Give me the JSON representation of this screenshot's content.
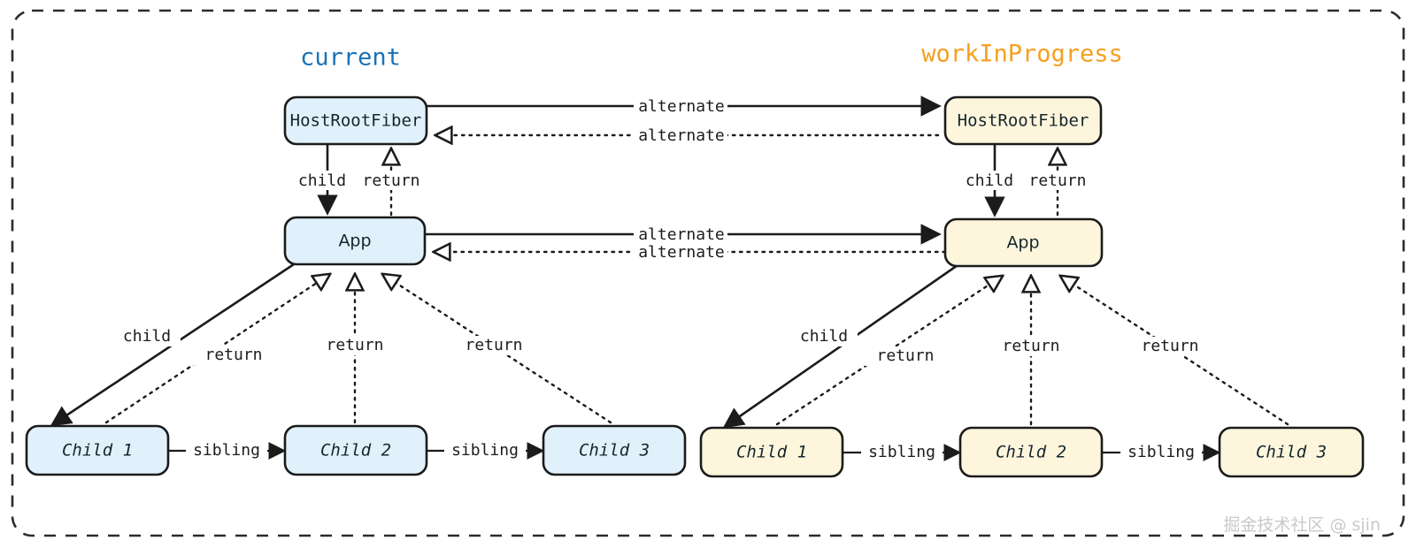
{
  "frame": {
    "present": true,
    "style": "dashed-rounded"
  },
  "colors": {
    "blue_fill": "#e1f1fb",
    "yellow_fill": "#fdf6dc",
    "stroke": "#1b1b1b",
    "title_current": "#1a73b7",
    "title_wip": "#f5a021",
    "watermark": "#c9c9c9"
  },
  "titles": {
    "current": "current",
    "workInProgress": "workInProgress"
  },
  "trees": {
    "current": {
      "title": "current",
      "nodes": {
        "root": "HostRootFiber",
        "app": "App",
        "child1": "Child 1",
        "child2": "Child 2",
        "child3": "Child 3"
      }
    },
    "workInProgress": {
      "title": "workInProgress",
      "nodes": {
        "root": "HostRootFiber",
        "app": "App",
        "child1": "Child 1",
        "child2": "Child 2",
        "child3": "Child 3"
      }
    }
  },
  "edge_labels": {
    "alternate": "alternate",
    "child": "child",
    "return": "return",
    "sibling": "sibling"
  },
  "edges": {
    "current": [
      {
        "label": "child",
        "from": "root",
        "to": "app",
        "style": "solid"
      },
      {
        "label": "return",
        "from": "app",
        "to": "root",
        "style": "dotted"
      },
      {
        "label": "child",
        "from": "app",
        "to": "child1",
        "style": "solid"
      },
      {
        "label": "return",
        "from": "child1",
        "to": "app",
        "style": "dotted"
      },
      {
        "label": "return",
        "from": "child2",
        "to": "app",
        "style": "dotted"
      },
      {
        "label": "return",
        "from": "child3",
        "to": "app",
        "style": "dotted"
      },
      {
        "label": "sibling",
        "from": "child1",
        "to": "child2",
        "style": "solid"
      },
      {
        "label": "sibling",
        "from": "child2",
        "to": "child3",
        "style": "solid"
      }
    ],
    "workInProgress": [
      {
        "label": "child",
        "from": "root",
        "to": "app",
        "style": "solid"
      },
      {
        "label": "return",
        "from": "app",
        "to": "root",
        "style": "dotted"
      },
      {
        "label": "child",
        "from": "app",
        "to": "child1",
        "style": "solid"
      },
      {
        "label": "return",
        "from": "child1",
        "to": "app",
        "style": "dotted"
      },
      {
        "label": "return",
        "from": "child2",
        "to": "app",
        "style": "dotted"
      },
      {
        "label": "return",
        "from": "child3",
        "to": "app",
        "style": "dotted"
      },
      {
        "label": "sibling",
        "from": "child1",
        "to": "child2",
        "style": "solid"
      },
      {
        "label": "sibling",
        "from": "child2",
        "to": "child3",
        "style": "solid"
      }
    ],
    "cross": [
      {
        "label": "alternate",
        "from": "current.root",
        "to": "workInProgress.root",
        "style": "solid"
      },
      {
        "label": "alternate",
        "from": "workInProgress.root",
        "to": "current.root",
        "style": "dotted"
      },
      {
        "label": "alternate",
        "from": "current.app",
        "to": "workInProgress.app",
        "style": "solid"
      },
      {
        "label": "alternate",
        "from": "workInProgress.app",
        "to": "current.app",
        "style": "dotted"
      }
    ]
  },
  "watermark": {
    "text": "掘金技术社区 @ sjin"
  }
}
